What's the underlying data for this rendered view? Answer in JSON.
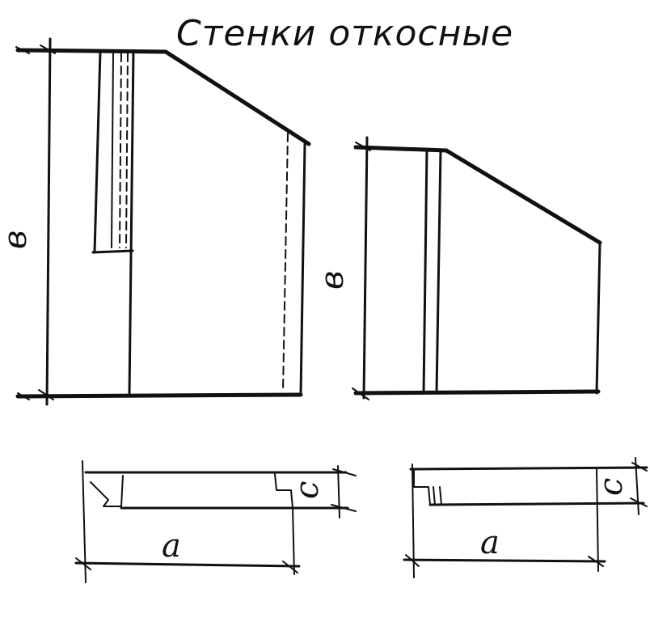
{
  "title": "Стенки откосные",
  "labels": {
    "height_left": "в",
    "height_right": "в",
    "width_left": "а",
    "width_right": "а",
    "thickness_left": "с",
    "thickness_right": "с"
  },
  "colors": {
    "ink": "#111111",
    "paper": "#ffffff"
  }
}
